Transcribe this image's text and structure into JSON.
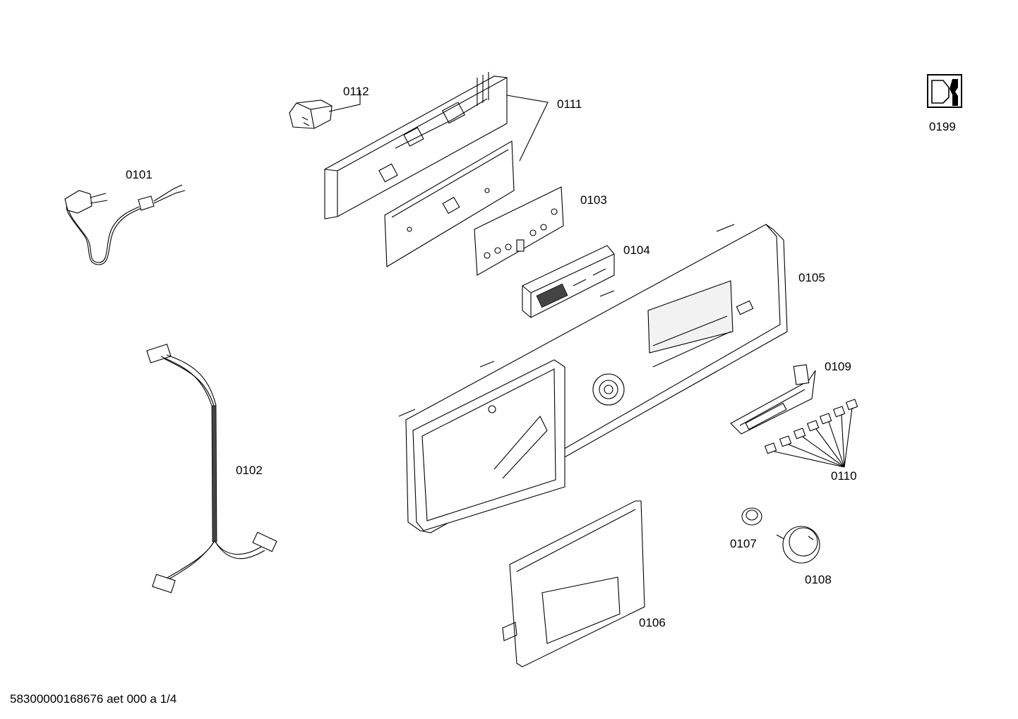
{
  "parts": [
    {
      "id": "p0101",
      "label": "0101"
    },
    {
      "id": "p0102",
      "label": "0102"
    },
    {
      "id": "p0103",
      "label": "0103"
    },
    {
      "id": "p0104",
      "label": "0104"
    },
    {
      "id": "p0105",
      "label": "0105"
    },
    {
      "id": "p0106",
      "label": "0106"
    },
    {
      "id": "p0107",
      "label": "0107"
    },
    {
      "id": "p0108",
      "label": "0108"
    },
    {
      "id": "p0109",
      "label": "0109"
    },
    {
      "id": "p0110",
      "label": "0110"
    },
    {
      "id": "p0111",
      "label": "0111"
    },
    {
      "id": "p0112",
      "label": "0112"
    },
    {
      "id": "p0199",
      "label": "0199"
    }
  ],
  "footer": {
    "document_code": "58300000168676 aet 000 a 1/4"
  },
  "icons": {
    "service": "service-wrench-icon"
  }
}
